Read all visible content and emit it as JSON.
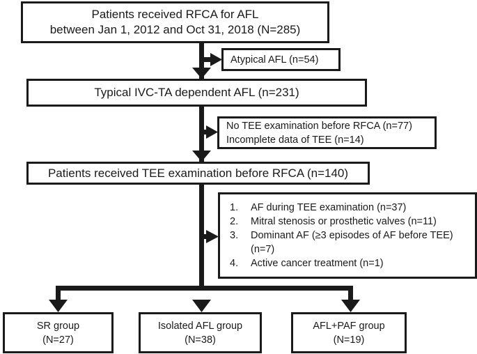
{
  "boxes": {
    "start": {
      "line1": "Patients received RFCA for AFL",
      "line2": "between Jan 1, 2012 and  Oct 31, 2018 (N=285)"
    },
    "atypical": {
      "text": "Atypical AFL (n=54)"
    },
    "typical": {
      "text": "Typical IVC-TA dependent AFL  (n=231)"
    },
    "no_tee": {
      "line1": "No TEE examination before RFCA (n=77)",
      "line2": "Incomplete data of TEE (n=14)"
    },
    "tee": {
      "text": "Patients received TEE examination before RFCA (n=140)"
    },
    "exclusions": [
      {
        "num": "1.",
        "text": "AF during TEE examination (n=37)"
      },
      {
        "num": "2.",
        "text": "Mitral stenosis or prosthetic valves (n=11)"
      },
      {
        "num": "3.",
        "text": "Dominant AF (≥3 episodes of AF before TEE) (n=7)"
      },
      {
        "num": "4.",
        "text": "Active cancer treatment (n=1)"
      }
    ],
    "groups": [
      {
        "name": "SR group",
        "n": "(N=27)"
      },
      {
        "name": "Isolated AFL group",
        "n": "(N=38)"
      },
      {
        "name": "AFL+PAF group",
        "n": "(N=19)"
      }
    ]
  }
}
